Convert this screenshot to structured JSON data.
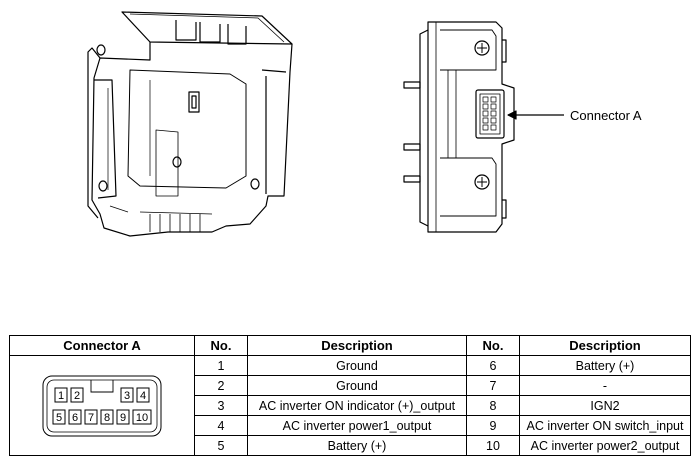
{
  "callout": {
    "label": "Connector A"
  },
  "table": {
    "headers": [
      "Connector A",
      "No.",
      "Description",
      "No.",
      "Description"
    ],
    "rows": [
      {
        "no_left": "1",
        "desc_left": "Ground",
        "no_right": "6",
        "desc_right": "Battery (+)"
      },
      {
        "no_left": "2",
        "desc_left": "Ground",
        "no_right": "7",
        "desc_right": "-"
      },
      {
        "no_left": "3",
        "desc_left": "AC inverter ON indicator (+)_output",
        "no_right": "8",
        "desc_right": "IGN2"
      },
      {
        "no_left": "4",
        "desc_left": "AC inverter power1_output",
        "no_right": "9",
        "desc_right": "AC inverter ON switch_input"
      },
      {
        "no_left": "5",
        "desc_left": "Battery (+)",
        "no_right": "10",
        "desc_right": "AC inverter power2_output"
      }
    ]
  },
  "connector_pins": {
    "top_row": [
      "1",
      "2",
      "3",
      "4"
    ],
    "bottom_row": [
      "5",
      "6",
      "7",
      "8",
      "9",
      "10"
    ]
  }
}
